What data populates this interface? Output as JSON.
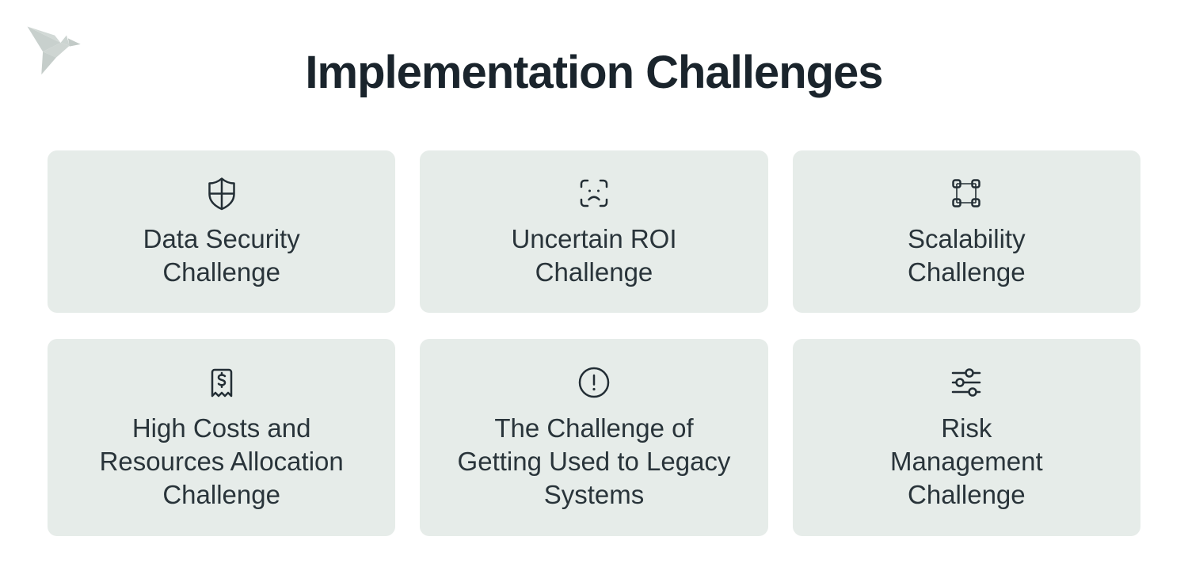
{
  "header": {
    "title": "Implementation Challenges"
  },
  "logo": {
    "name": "origami-bird-logo"
  },
  "cards": [
    {
      "icon": "shield-cross-icon",
      "label": "Data Security Challenge",
      "lines": [
        "Data Security",
        "Challenge"
      ]
    },
    {
      "icon": "sad-face-scan-icon",
      "label": "Uncertain ROI Challenge",
      "lines": [
        "Uncertain ROI",
        "Challenge"
      ]
    },
    {
      "icon": "bounding-box-icon",
      "label": "Scalability Challenge",
      "lines": [
        "Scalability",
        "Challenge"
      ]
    },
    {
      "icon": "receipt-dollar-icon",
      "label": "High Costs and Resources Allocation Challenge",
      "lines": [
        "High Costs and",
        "Resources Allocation",
        "Challenge"
      ]
    },
    {
      "icon": "alert-circle-icon",
      "label": "The Challenge of Getting Used to Legacy Systems",
      "lines": [
        "The Challenge of",
        "Getting Used to Legacy",
        "Systems"
      ]
    },
    {
      "icon": "sliders-icon",
      "label": "Risk Management Challenge",
      "lines": [
        "Risk",
        "Management",
        "Challenge"
      ]
    }
  ],
  "colors": {
    "page_background": "#ffffff",
    "card_background": "#e6ece9",
    "title_text": "#1a242c",
    "label_text": "#29343a",
    "icon_stroke": "#232e35",
    "logo_fill": "#c8d0cd"
  }
}
